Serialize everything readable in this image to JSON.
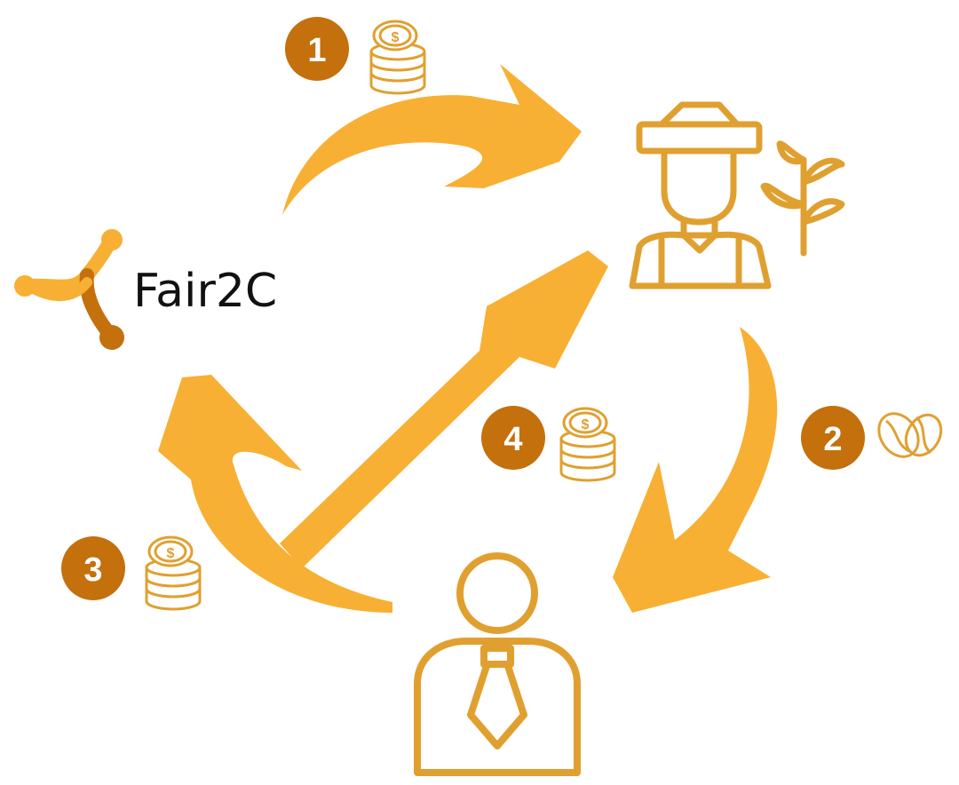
{
  "colors": {
    "arrow": "#F7B033",
    "badge": "#C4700C",
    "icon": "#E0A030",
    "coin_bg": "#ffffff",
    "logo_dark": "#C4700C",
    "brand_text": "#111111"
  },
  "brand": {
    "name": "Fair2C",
    "logo_icon": "fair2c-logo-icon"
  },
  "steps": [
    {
      "number": "1",
      "icon": "coins-icon"
    },
    {
      "number": "2",
      "icon": "coffee-beans-icon"
    },
    {
      "number": "3",
      "icon": "coins-icon"
    },
    {
      "number": "4",
      "icon": "coins-icon"
    }
  ],
  "actors": [
    {
      "icon": "farmer-icon",
      "accessory": "plant-icon"
    },
    {
      "icon": "businessman-icon"
    }
  ]
}
